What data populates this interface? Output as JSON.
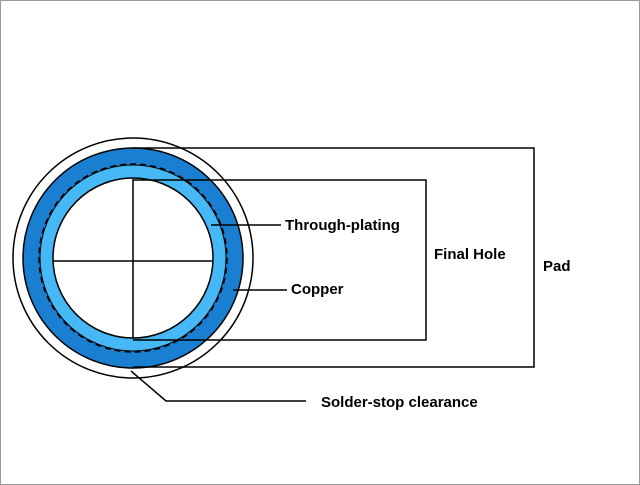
{
  "diagram": {
    "labels": {
      "through_plating": "Through-plating",
      "copper": "Copper",
      "final_hole": "Final Hole",
      "pad": "Pad",
      "solder_stop_clearance": "Solder-stop clearance"
    },
    "colors": {
      "copper": "#1a7fd0",
      "through_plating": "#45b8f5",
      "hole": "#ffffff",
      "outline": "#000000",
      "frame_border": "#9a9a9a"
    }
  }
}
